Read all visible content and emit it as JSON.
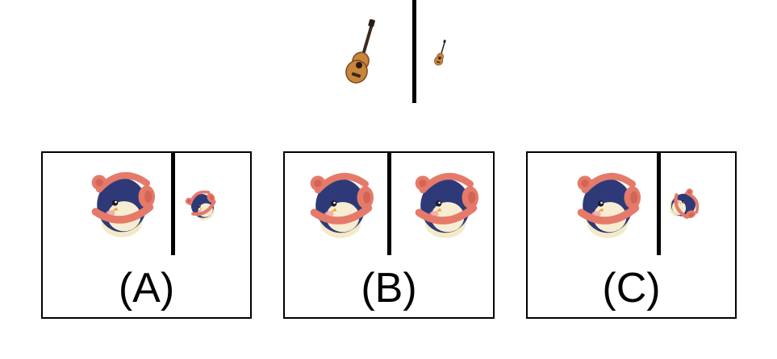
{
  "example": {
    "left_object_icon": "acoustic-guitar-icon",
    "right_object_icon": "acoustic-guitar-icon"
  },
  "options": [
    {
      "label": "(A)",
      "left_object_icon": "penguin-with-headphones-icon",
      "right_object_icon": "penguin-with-headphones-icon"
    },
    {
      "label": "(B)",
      "left_object_icon": "penguin-with-headphones-icon",
      "right_object_icon": "penguin-with-headphones-icon"
    },
    {
      "label": "(C)",
      "left_object_icon": "penguin-with-headphones-icon",
      "right_object_icon": "penguin-with-headphones-icon"
    }
  ],
  "colors": {
    "line": "#000000",
    "guitar_body": "#c9853c",
    "guitar_neck": "#3b2a1e",
    "penguin_body": "#2e3a78",
    "penguin_belly": "#f4eac7",
    "headphones": "#e57a6a"
  }
}
